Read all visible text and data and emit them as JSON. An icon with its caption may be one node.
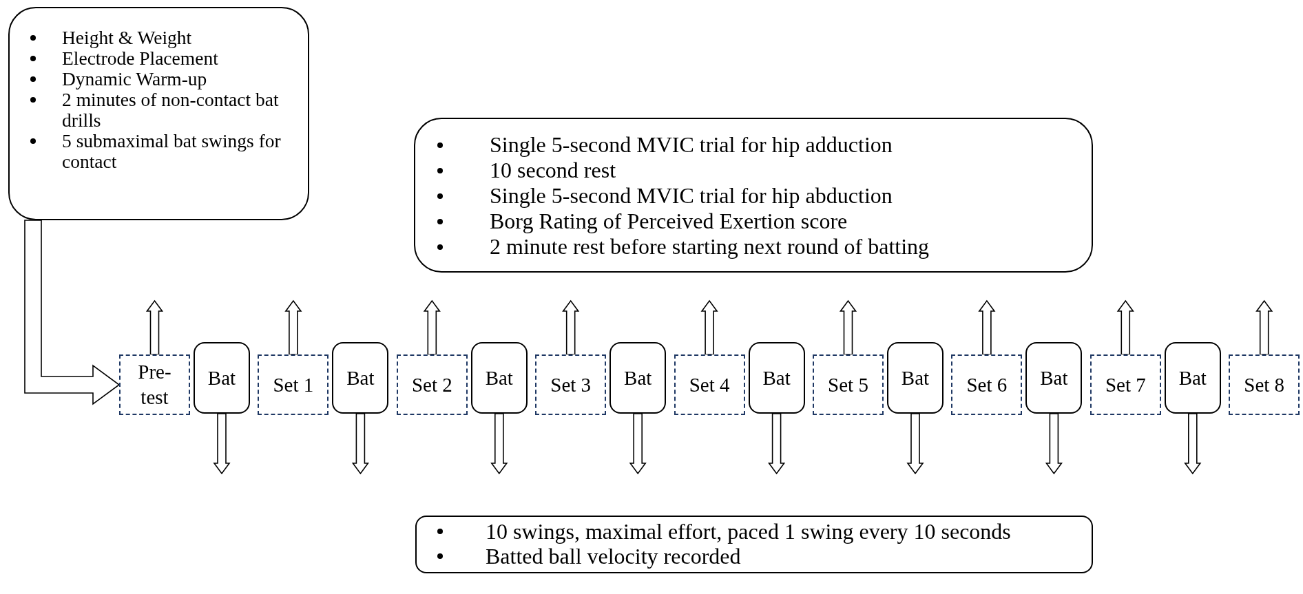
{
  "diagram": {
    "nodes": [
      {
        "text": [
          "Height & Weight",
          "Electrode Placement",
          "Dynamic Warm-up",
          "2 minutes of non-contact bat drills",
          "5 submaximal bat swings for contact"
        ]
      },
      {
        "text": [
          "Single 5-second MVIC trial for hip adduction",
          "10 second rest",
          "Single 5-second MVIC trial for hip abduction",
          "Borg Rating of Perceived Exertion score",
          "2 minute rest before starting next round of batting"
        ]
      },
      {
        "text": [
          "Pre-test"
        ]
      },
      {
        "text": [
          "Bat"
        ]
      },
      {
        "text": [
          "Set 1"
        ]
      },
      {
        "text": [
          "Bat"
        ]
      },
      {
        "text": [
          "Set 2"
        ]
      },
      {
        "text": [
          "Bat"
        ]
      },
      {
        "text": [
          "Set 3"
        ]
      },
      {
        "text": [
          "Bat"
        ]
      },
      {
        "text": [
          "Set 4"
        ]
      },
      {
        "text": [
          "Bat"
        ]
      },
      {
        "text": [
          "Set 5"
        ]
      },
      {
        "text": [
          "Bat"
        ]
      },
      {
        "text": [
          "Set 6"
        ]
      },
      {
        "text": [
          "Bat"
        ]
      },
      {
        "text": [
          "Set 7"
        ]
      },
      {
        "text": [
          "Bat"
        ]
      },
      {
        "text": [
          "Set 8"
        ]
      },
      {
        "text": [
          "10 swings, maximal effort, paced 1 swing every 10 seconds",
          "Batted ball velocity recorded"
        ]
      }
    ],
    "edges": [
      {
        "from": 0,
        "to": 2,
        "arrow": "to"
      },
      {
        "from": 2,
        "to": null,
        "arrow": "to"
      },
      {
        "from": 3,
        "to": null,
        "arrow": "to"
      },
      {
        "from": 4,
        "to": null,
        "arrow": "to"
      },
      {
        "from": 5,
        "to": null,
        "arrow": "to"
      },
      {
        "from": 6,
        "to": null,
        "arrow": "to"
      },
      {
        "from": 7,
        "to": null,
        "arrow": "to"
      },
      {
        "from": 8,
        "to": null,
        "arrow": "to"
      },
      {
        "from": 9,
        "to": null,
        "arrow": "to"
      },
      {
        "from": 10,
        "to": null,
        "arrow": "to"
      },
      {
        "from": 11,
        "to": null,
        "arrow": "to"
      },
      {
        "from": 12,
        "to": null,
        "arrow": "to"
      },
      {
        "from": 13,
        "to": null,
        "arrow": "to"
      },
      {
        "from": 14,
        "to": null,
        "arrow": "to"
      },
      {
        "from": 15,
        "to": null,
        "arrow": "to"
      },
      {
        "from": 16,
        "to": null,
        "arrow": "to"
      },
      {
        "from": 17,
        "to": null,
        "arrow": "to"
      },
      {
        "from": 18,
        "to": null,
        "arrow": "to"
      }
    ]
  }
}
